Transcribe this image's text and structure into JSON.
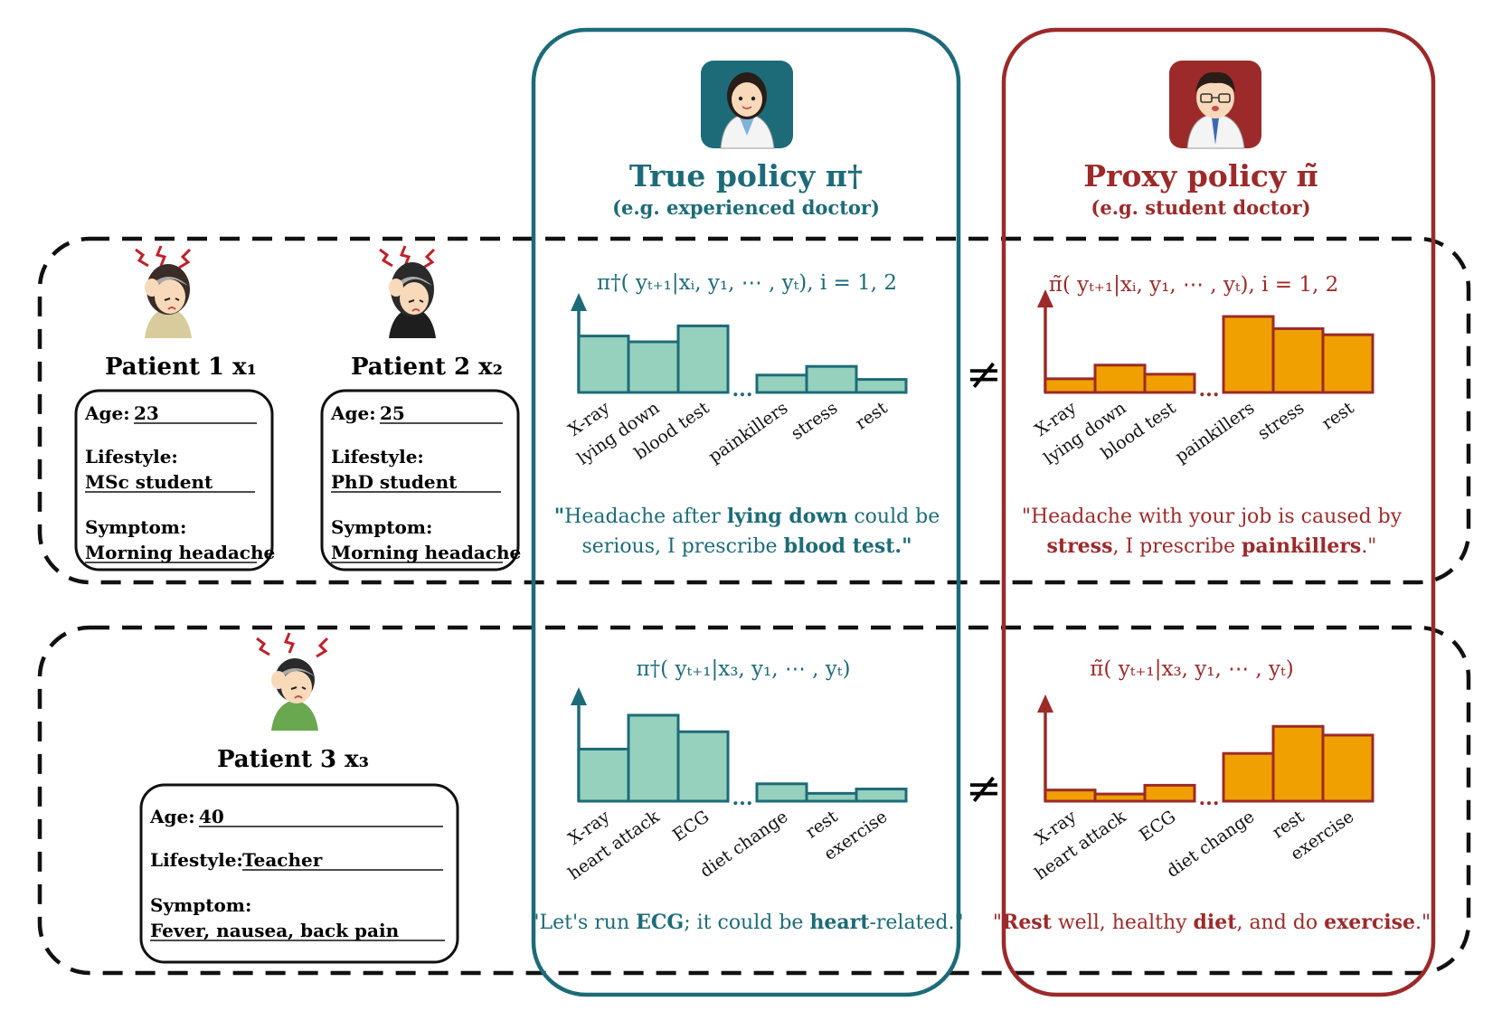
{
  "colors": {
    "teal": "#1d6b78",
    "teal_bar": "#96d1be",
    "red": "#9c2a2a",
    "orange_bar": "#f0a000",
    "dark": "#111111"
  },
  "true_policy": {
    "title": "True policy π†",
    "subtitle": "(e.g. experienced doctor)",
    "icon": "female-doctor-icon"
  },
  "proxy_policy": {
    "title": "Proxy policy π̃",
    "subtitle": "(e.g. student doctor)",
    "icon": "student-doctor-icon"
  },
  "not_equal": "≠",
  "ellipsis": "...",
  "patients": [
    {
      "title": "Patient 1  x₁",
      "age_label": "Age:",
      "age": "23",
      "lifestyle_label": "Lifestyle:",
      "lifestyle": "MSc student",
      "symptom_label": "Symptom:",
      "symptom": "Morning headache",
      "icon": "headache-woman-icon"
    },
    {
      "title": "Patient 2  x₂",
      "age_label": "Age:",
      "age": "25",
      "lifestyle_label": "Lifestyle:",
      "lifestyle": "PhD student",
      "symptom_label": "Symptom:",
      "symptom": "Morning headache",
      "icon": "headache-woman-icon"
    },
    {
      "title": "Patient 3  x₃",
      "age_label": "Age:",
      "age": "40",
      "lifestyle_label": "Lifestyle:",
      "lifestyle": "Teacher",
      "symptom_label": "Symptom:",
      "symptom": "Fever, nausea, back pain",
      "icon": "headache-man-icon"
    }
  ],
  "chart_data": [
    {
      "type": "bar",
      "title": "π†( yₜ₊₁|xᵢ, y₁, ⋯ , yₜ), i = 1, 2",
      "categories": [
        "X-ray",
        "lying down",
        "blood test",
        "painkillers",
        "stress",
        "rest"
      ],
      "values": [
        0.78,
        0.7,
        0.92,
        0.24,
        0.36,
        0.18
      ]
    },
    {
      "type": "bar",
      "title": "π̃( yₜ₊₁|xᵢ, y₁, ⋯ , yₜ), i = 1, 2",
      "categories": [
        "X-ray",
        "lying down",
        "blood test",
        "painkillers",
        "stress",
        "rest"
      ],
      "values": [
        0.18,
        0.36,
        0.24,
        1.0,
        0.84,
        0.76
      ]
    },
    {
      "type": "bar",
      "title": "π†( yₜ₊₁|x₃, y₁, ⋯ , yₜ)",
      "categories": [
        "X-ray",
        "heart attack",
        "ECG",
        "diet change",
        "rest",
        "exercise"
      ],
      "values": [
        0.6,
        0.99,
        0.8,
        0.2,
        0.09,
        0.14
      ]
    },
    {
      "type": "bar",
      "title": "π̃( yₜ₊₁|x₃, y₁, ⋯ , yₜ)",
      "categories": [
        "X-ray",
        "heart attack",
        "ECG",
        "diet change",
        "rest",
        "exercise"
      ],
      "values": [
        0.14,
        0.09,
        0.2,
        0.6,
        0.94,
        0.83
      ]
    }
  ],
  "quotes": {
    "true_1": [
      [
        [
          "\"",
          true
        ],
        [
          "Headache after ",
          false
        ],
        [
          "lying down",
          true
        ],
        [
          " could be",
          false
        ]
      ],
      [
        [
          "serious, I prescribe ",
          false
        ],
        [
          "blood test",
          true
        ],
        [
          ".\"",
          true
        ]
      ]
    ],
    "proxy_1": [
      [
        [
          "\"Headache with your job is caused by",
          false
        ]
      ],
      [
        [
          "stress",
          true
        ],
        [
          ", I prescribe ",
          false
        ],
        [
          "painkillers",
          true
        ],
        [
          ".\"",
          false
        ]
      ]
    ],
    "true_3": [
      [
        [
          "\"Let's run ",
          false
        ],
        [
          "ECG",
          true
        ],
        [
          "; it could be ",
          false
        ],
        [
          "heart",
          true
        ],
        [
          "-related.\"",
          false
        ]
      ]
    ],
    "proxy_3": [
      [
        [
          "\"",
          false
        ],
        [
          "Rest",
          true
        ],
        [
          " well, healthy ",
          false
        ],
        [
          "diet",
          true
        ],
        [
          ", and do ",
          false
        ],
        [
          "exercise",
          true
        ],
        [
          ".\"",
          false
        ]
      ]
    ]
  }
}
